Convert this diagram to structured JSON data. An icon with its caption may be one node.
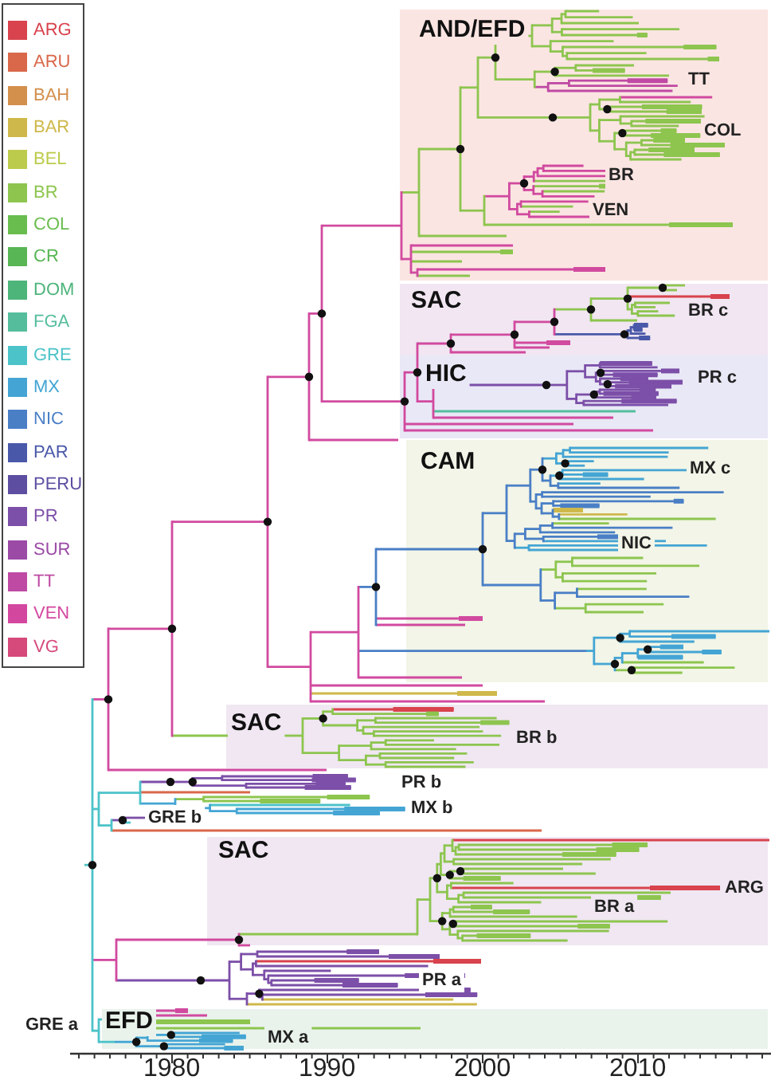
{
  "diagram": {
    "nodes": [
      {
        "text": [
          "AND/EFD"
        ]
      },
      {
        "text": [
          "SAC"
        ]
      },
      {
        "text": [
          "HIC"
        ]
      },
      {
        "text": [
          "CAM"
        ]
      },
      {
        "text": [
          "SAC"
        ]
      },
      {
        "text": [
          "SAC"
        ]
      },
      {
        "text": [
          "EFD"
        ]
      }
    ],
    "labels": [
      "TT",
      "COL",
      "BR",
      "VEN",
      "BR c",
      "PR c",
      "MX c",
      "NIC",
      "BR b",
      "PR b",
      "MX b",
      "GRE b",
      "ARG",
      "BR a",
      "PR a",
      "GRE a",
      "MX a",
      "1980",
      "1990",
      "2000",
      "2010"
    ],
    "legend": [
      {
        "text": "ARG",
        "color": "#d8434d"
      },
      {
        "text": "ARU",
        "color": "#d9684b"
      },
      {
        "text": "BAH",
        "color": "#d38f4c"
      },
      {
        "text": "BAR",
        "color": "#cfb84b"
      },
      {
        "text": "BEL",
        "color": "#bccb4b"
      },
      {
        "text": "BR",
        "color": "#8dc54f"
      },
      {
        "text": "COL",
        "color": "#69bd4e"
      },
      {
        "text": "CR",
        "color": "#58b654"
      },
      {
        "text": "DOM",
        "color": "#4db47a"
      },
      {
        "text": "FGA",
        "color": "#55bd9c"
      },
      {
        "text": "GRE",
        "color": "#4cc3c9"
      },
      {
        "text": "MX",
        "color": "#44a5d4"
      },
      {
        "text": "NIC",
        "color": "#4a7fc6"
      },
      {
        "text": "PAR",
        "color": "#4a58a9"
      },
      {
        "text": "PERU",
        "color": "#5d4ea2"
      },
      {
        "text": "PR",
        "color": "#7c4fa8"
      },
      {
        "text": "SUR",
        "color": "#9b4aa6"
      },
      {
        "text": "TT",
        "color": "#bf4aa4"
      },
      {
        "text": "VEN",
        "color": "#d4479f"
      },
      {
        "text": "VG",
        "color": "#d5497b"
      }
    ]
  }
}
